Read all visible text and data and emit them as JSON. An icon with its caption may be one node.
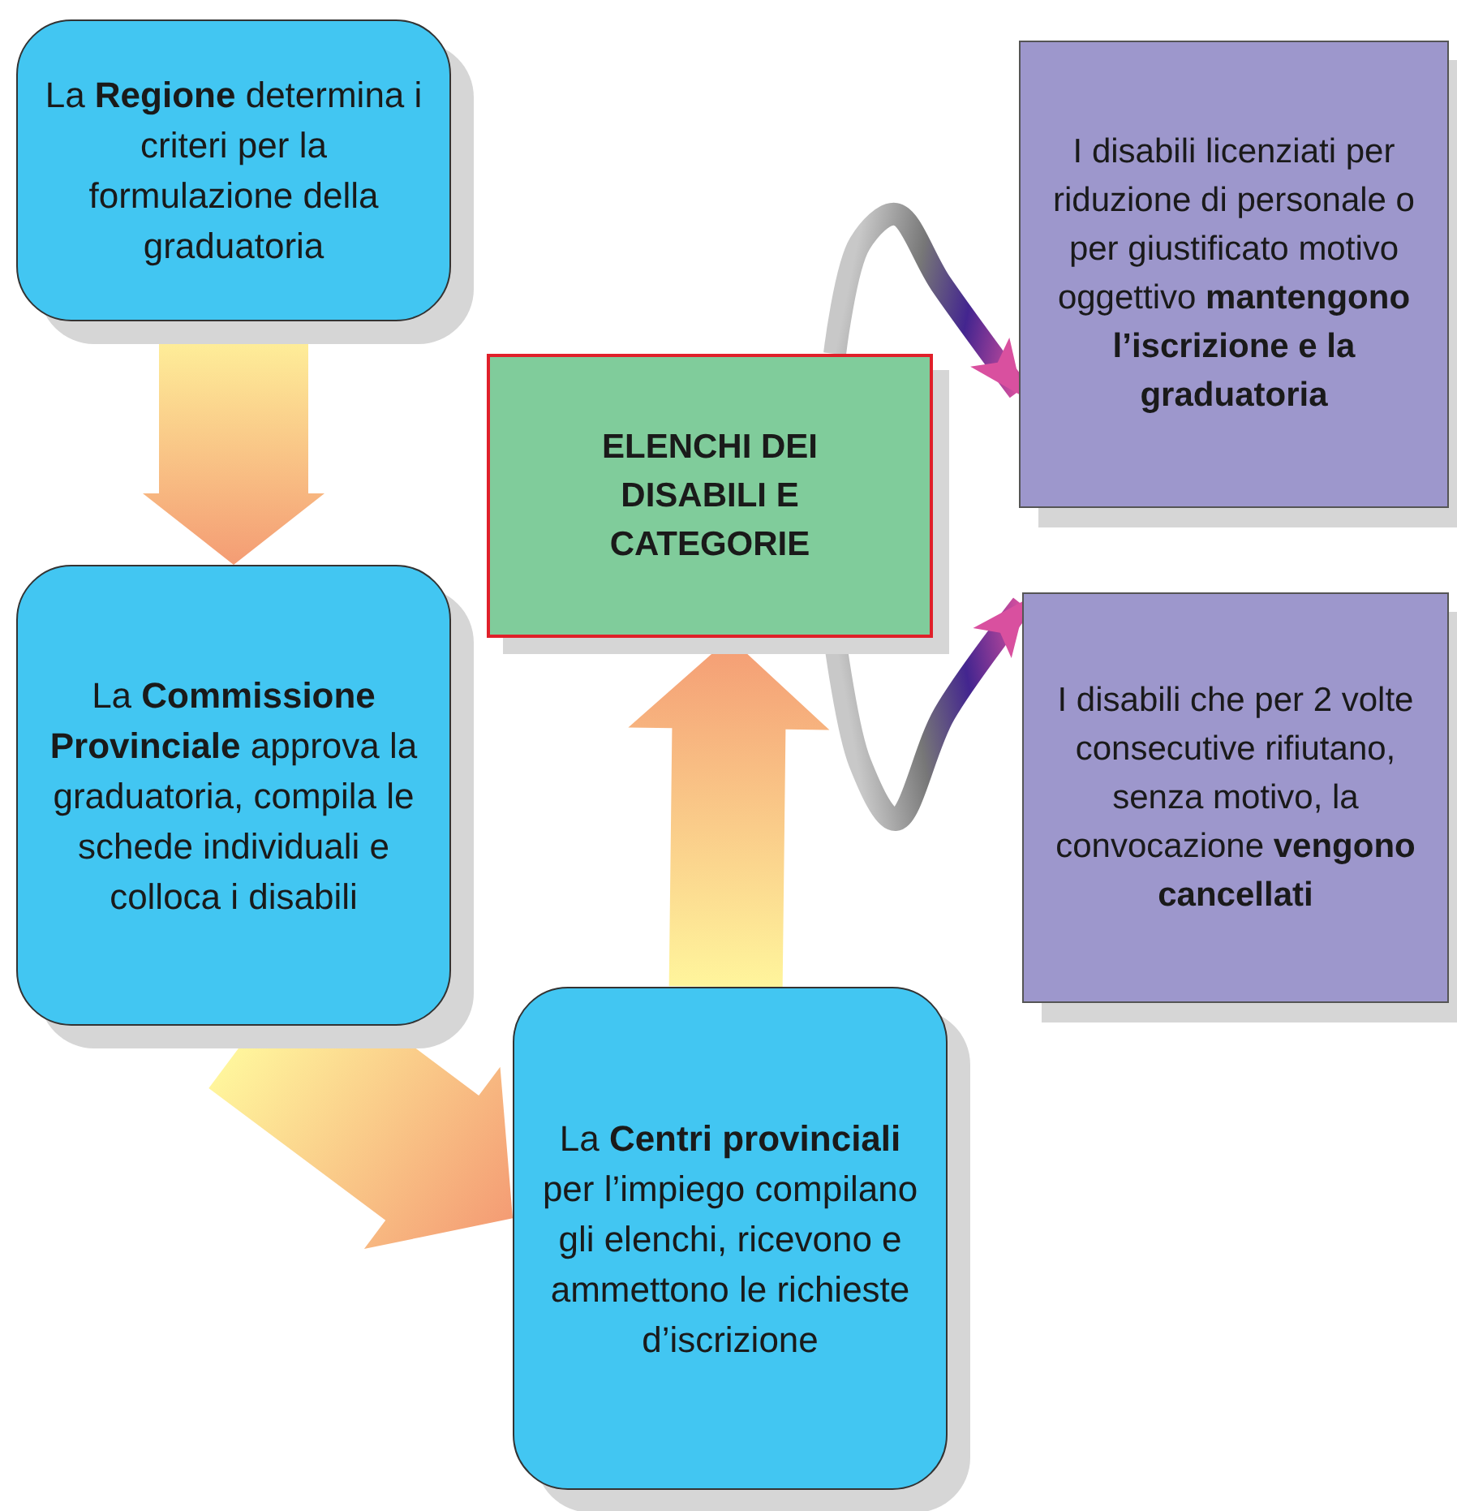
{
  "diagram": {
    "nodes": [
      {
        "text": [
          "La **Regione** determina i criteri per la formulazione della graduatoria"
        ]
      },
      {
        "text": [
          "La **Commissione Provinciale** approva la graduatoria, compila le schede individuali e colloca i disabili"
        ]
      },
      {
        "text": [
          "La **Centri provinciali** per l’impiego compilano gli elenchi, ricevono e ammettono le richieste d’iscrizione"
        ]
      },
      {
        "text": [
          "ELENCHI DEI DISABILI E CATEGORIE"
        ]
      },
      {
        "text": [
          "I disabili licenziati per riduzione di personale o per giustificato motivo oggettivo **mantengono l’iscrizione e la graduatoria**"
        ]
      },
      {
        "text": [
          "I disabili che per 2 volte consecutive rifiutano, senza motivo, la convocazione **vengono cancellati**"
        ]
      }
    ],
    "edges": [
      {
        "from": 0,
        "to": 1,
        "arrow": "to",
        "style": "thick"
      },
      {
        "from": 1,
        "to": 2,
        "arrow": "to",
        "style": "thick"
      },
      {
        "from": 2,
        "to": 3,
        "arrow": "to",
        "style": "thick"
      },
      {
        "from": 3,
        "to": 4,
        "arrow": "to"
      },
      {
        "from": 3,
        "to": 5,
        "arrow": "to"
      }
    ]
  }
}
